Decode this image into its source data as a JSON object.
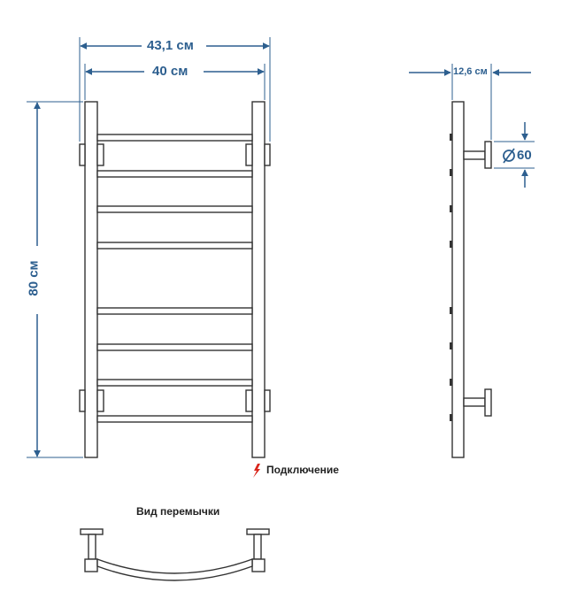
{
  "colors": {
    "dimension": "#2d5f8f",
    "outline": "#333333",
    "accent": "#d9261c"
  },
  "dimensions": {
    "overall_width": "43,1 см",
    "inner_width": "40 см",
    "height": "80 см",
    "depth": "12,6 см",
    "diameter": "60"
  },
  "legend": {
    "icon": "lightning-icon",
    "connection_label": "Подключение"
  },
  "jumper_view": {
    "title": "Вид перемычки"
  },
  "front_view": {
    "rungs": 8
  },
  "side_view": {
    "dots": 8,
    "brackets": 2
  }
}
